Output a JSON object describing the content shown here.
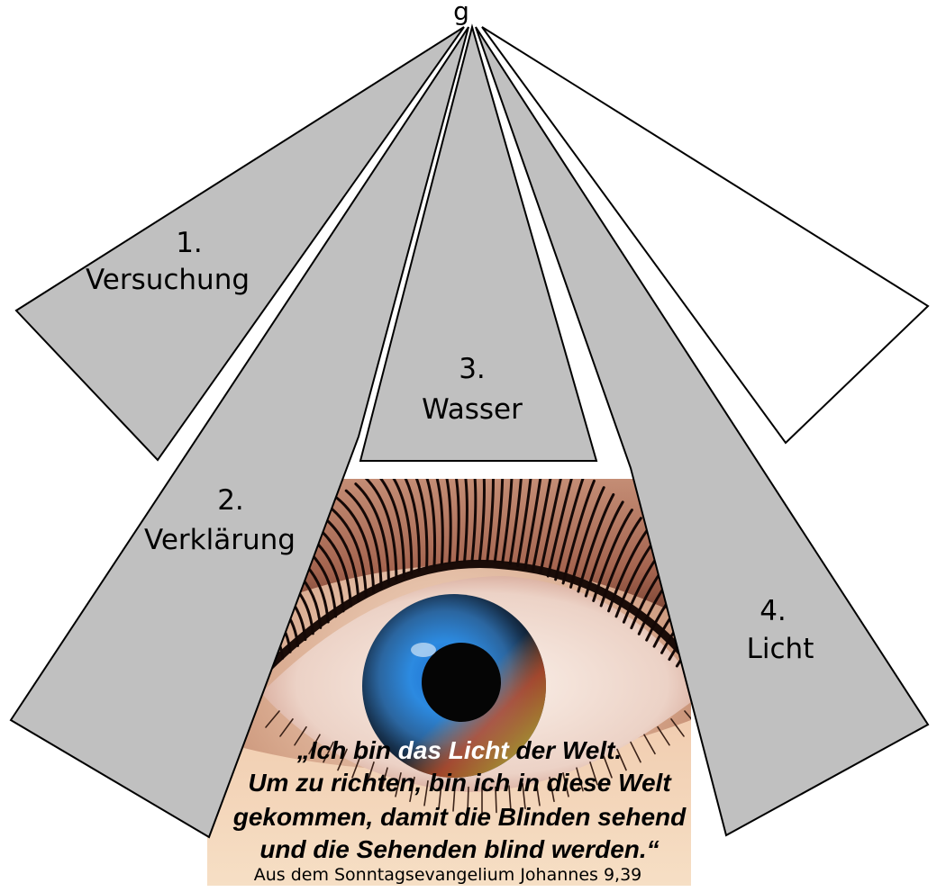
{
  "top_label_partial": "g",
  "segments": [
    {
      "number": "1.",
      "title": "Versuchung"
    },
    {
      "number": "2.",
      "title": "Verklärung"
    },
    {
      "number": "3.",
      "title": "Wasser"
    },
    {
      "number": "4.",
      "title": "Licht"
    },
    {
      "number": "",
      "title": ""
    }
  ],
  "quote": {
    "open_mark": "„",
    "line1_pre": "Ich bin ",
    "line1_highlight": "das Licht",
    "line1_post": " der Welt.",
    "line2": "Um zu richten, bin ich in diese Welt",
    "line3": "gekommen, damit die Blinden sehend",
    "line4": "und die Sehenden blind werden.“",
    "source": "Aus dem Sonntagsevangelium Johannes 9,39"
  },
  "colors": {
    "segment_fill": "#c0c0c0",
    "segment_stroke": "#000000",
    "quote_text": "#000000",
    "quote_highlight": "#ffffff"
  }
}
